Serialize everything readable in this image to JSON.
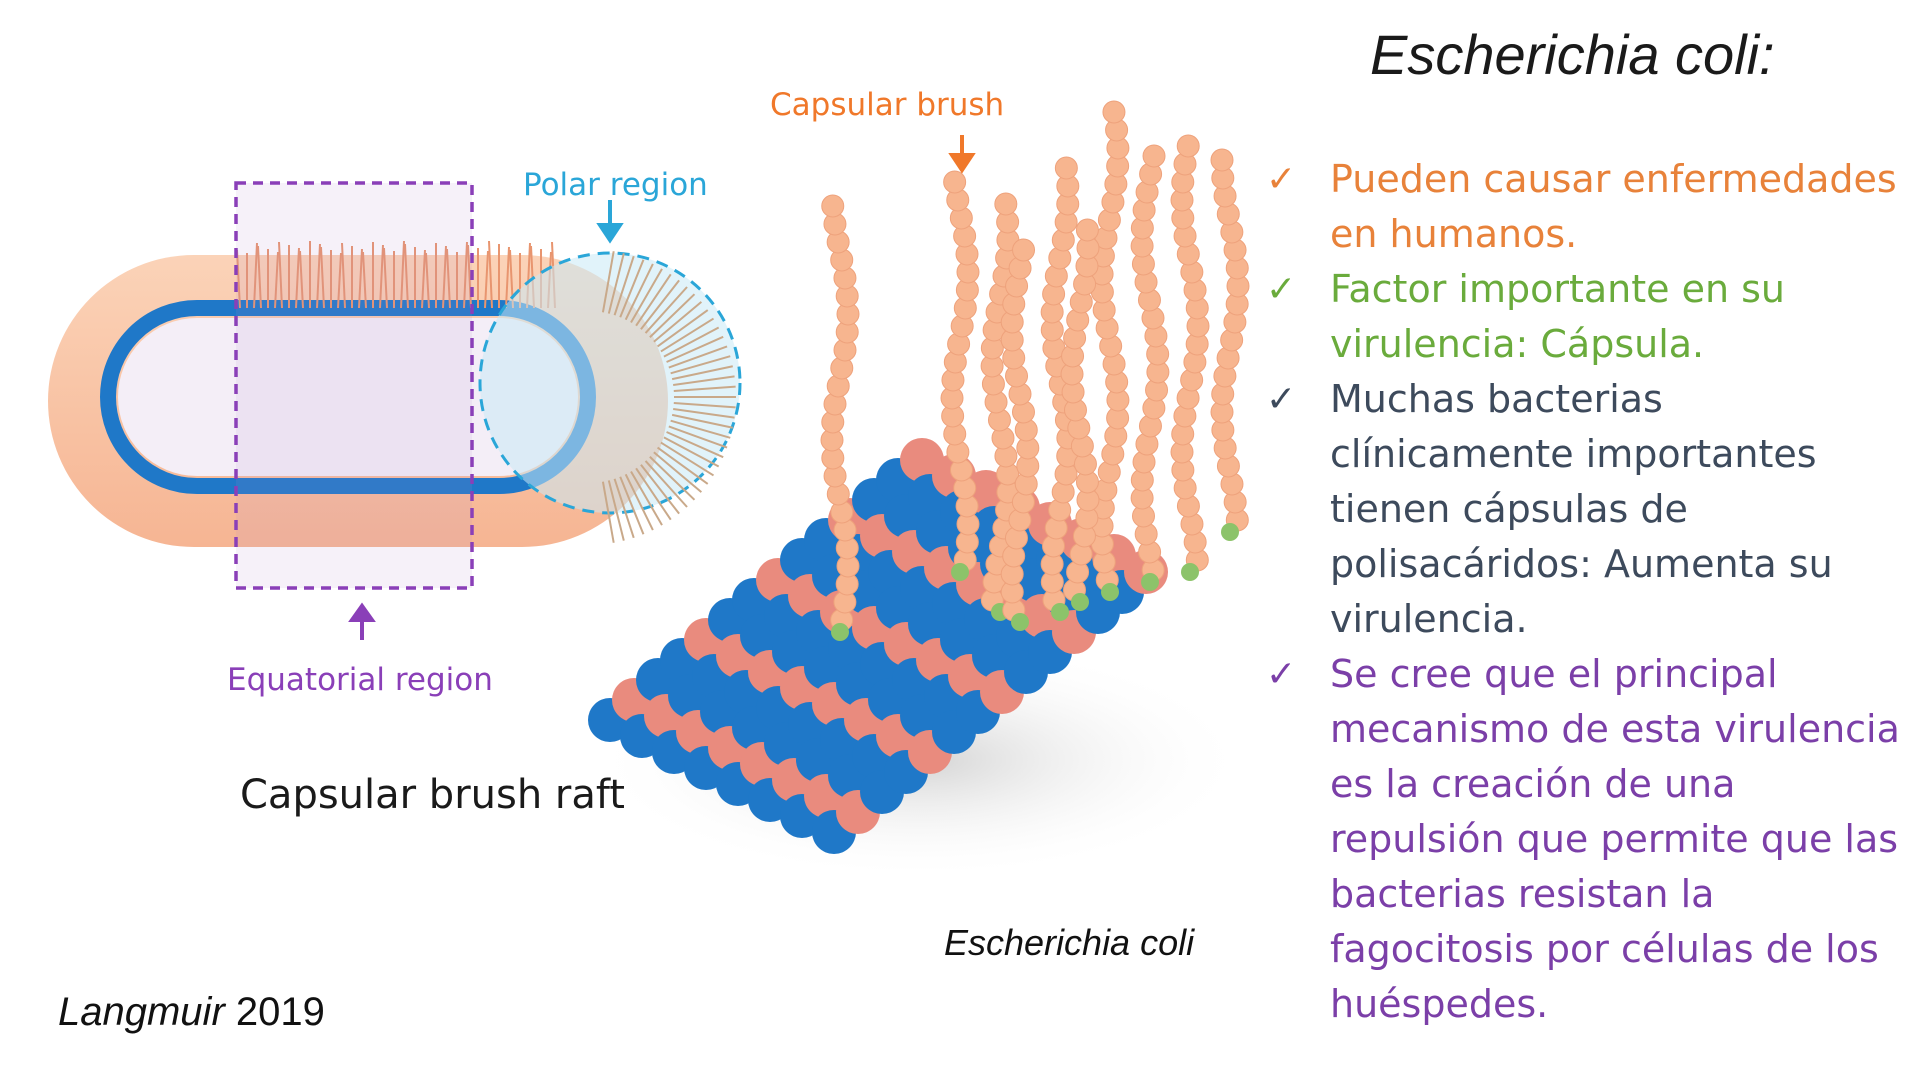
{
  "title": "Escherichia coli:",
  "figure": {
    "labels": {
      "capsular_brush": "Capsular brush",
      "polar_region": "Polar region",
      "equatorial_region": "Equatorial region",
      "capsular_brush_raft": "Capsular brush raft"
    },
    "caption": "Escherichia coli"
  },
  "citation": {
    "journal": "Langmuir",
    "year": "2019"
  },
  "bullets": [
    {
      "text": "Pueden causar enfermedades en humanos.",
      "color": "#e8823a"
    },
    {
      "text": "Factor importante en su virulencia: Cápsula.",
      "color": "#6aab3c"
    },
    {
      "text": "Muchas bacterias clínicamente importantes tienen cápsulas de polisacáridos: Aumenta su virulencia.",
      "color": "#3d4a5c"
    },
    {
      "text": "Se cree que el principal mecanismo de esta virulencia es la creación de una repulsión que permite que las bacterias resistan la fagocitosis por células de los huéspedes.",
      "color": "#7b3fa8"
    }
  ],
  "colors": {
    "orange": "#f7b58f",
    "blue": "#1f78c8",
    "pink": "#e98b7e",
    "purple": "#8a3fb8",
    "cyan": "#2aa6d8",
    "green": "#8cc36a"
  },
  "icons": {
    "check": "check-icon"
  }
}
